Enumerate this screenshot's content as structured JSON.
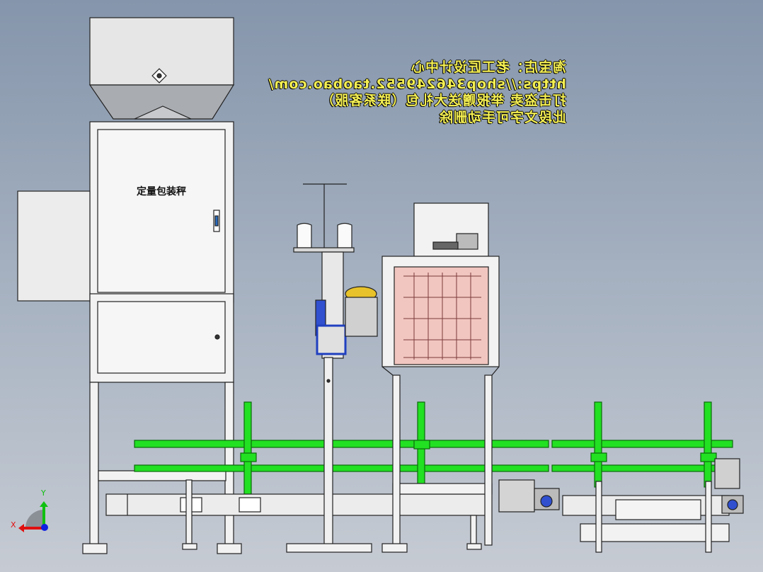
{
  "drawing": {
    "machine_label": "定量包装秤"
  },
  "watermark_note": {
    "lines": [
      "淘宝店：老工匠设计中心",
      "https://shop346249552.taobao.com/",
      "打击盗卖 举报赠送大礼包（联系客服）",
      "此段文字可手动删除"
    ],
    "color": "#f4ef52"
  },
  "triad": {
    "x_label": "X",
    "y_label": "Y",
    "x_color": "#e01010",
    "y_color": "#10c010",
    "z_color": "#1020e0"
  },
  "colors": {
    "frame": "#f0f0f0",
    "rail": "#22e022",
    "grille": "#f2c6c0",
    "background_top": "#8595ab",
    "background_bottom": "#c6cbd3"
  }
}
